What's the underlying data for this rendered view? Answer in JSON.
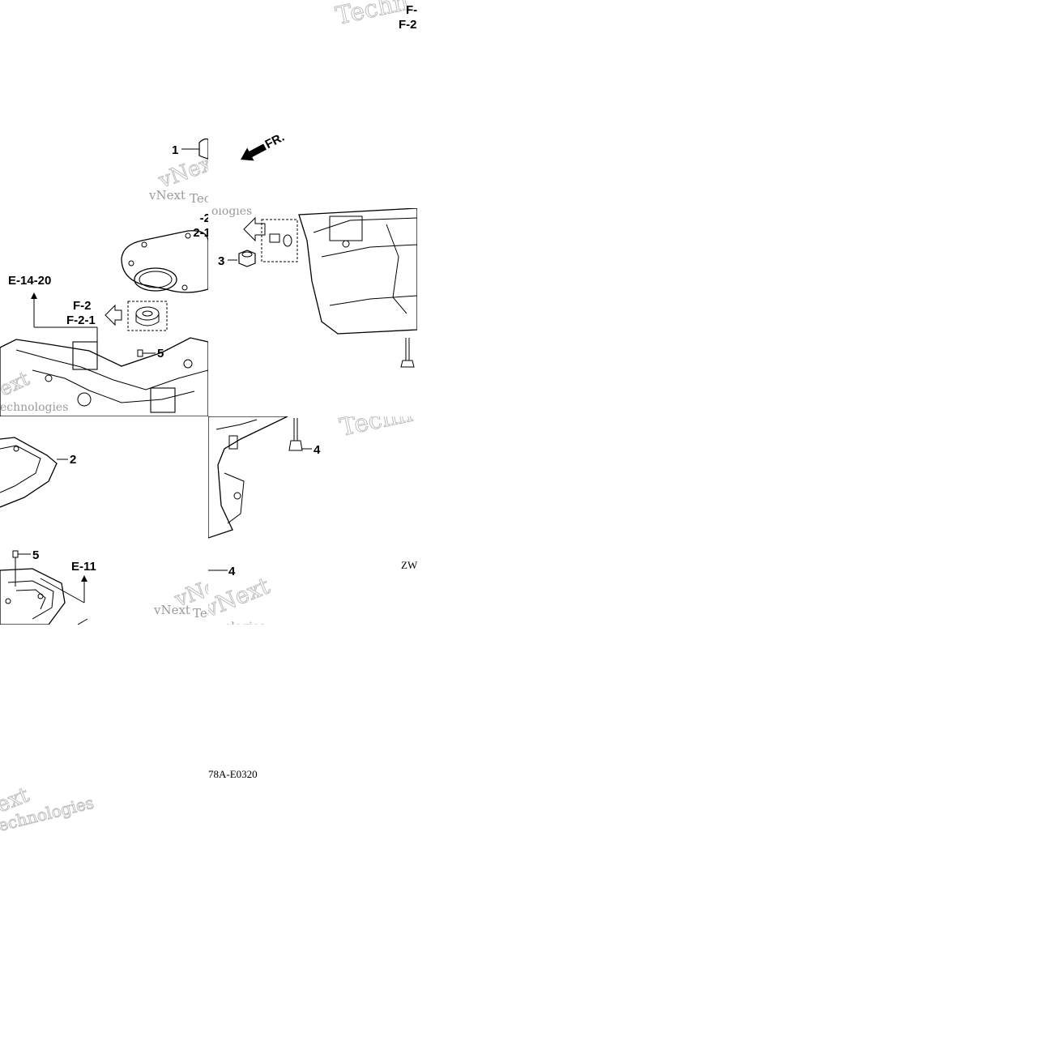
{
  "diagram": {
    "callouts": {
      "c1": "1",
      "c2": "2",
      "c3": "3",
      "c4a": "4",
      "c4b": "4",
      "c5a": "5",
      "c5b": "5"
    },
    "refs": {
      "e14_20": "E-14-20",
      "e11": "E-11",
      "f2_left": "F-2",
      "f21_left": "F-2-1",
      "f2_mid_partial": "-2",
      "f21_mid_partial": "2-1",
      "f_top_1": "F-",
      "f_top_2": "F-2"
    },
    "direction_label": "FR.",
    "code_bottom": "78A-E0320",
    "code_right": "ZW"
  },
  "watermark": {
    "brand": "vNext",
    "word": "Technologies",
    "partial_tec": "Tec",
    "partial_ologies": "ologies",
    "partial_ext": "ext",
    "partial_echnologies": "echnologies",
    "partial_techn": "Techn",
    "partial_technologies": "Technologies"
  }
}
